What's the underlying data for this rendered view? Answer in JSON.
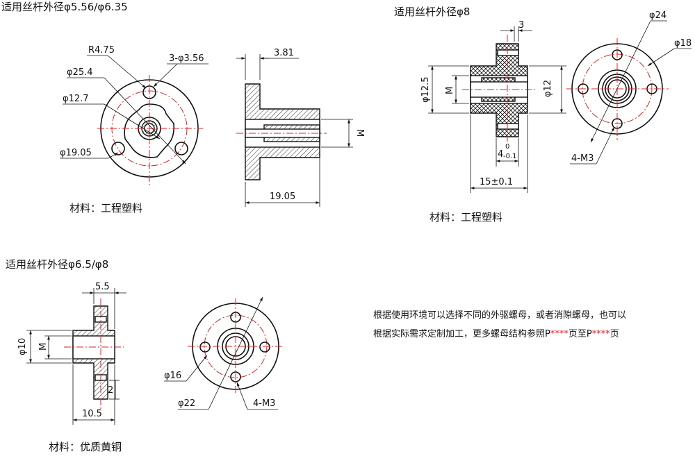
{
  "drawing1": {
    "title": "适用丝杆外径φ5.56/φ6.35",
    "labels": {
      "radius": "R4.75",
      "holes": "3-φ3.56",
      "d_outer": "φ25.4",
      "d_inner": "φ12.7",
      "d_pcd": "φ19.05",
      "flange_w": "3.81",
      "length": "19.05",
      "thread": "M"
    },
    "material": "材料：工程塑料"
  },
  "drawing2": {
    "title": "适用丝杆外径φ8",
    "labels": {
      "flange_w": "3",
      "d_left": "φ12.5",
      "thread": "M",
      "d_right": "φ12",
      "tol_base": "4",
      "tol_upper": "0",
      "tol_lower": "-0.1",
      "length": "15±0.1",
      "d_outer": "φ24",
      "d_pcd": "φ18",
      "holes": "4-M3"
    },
    "material": "材料：工程塑料"
  },
  "drawing3": {
    "title": "适用丝杆外径φ6.5/φ8",
    "labels": {
      "flange_w": "5.5",
      "d_body": "φ10",
      "thread": "M",
      "step": "2",
      "length": "10.5",
      "d_pcd": "φ16",
      "d_outer": "φ22",
      "holes": "4-M3"
    },
    "material": "材料：优质黄铜"
  },
  "note": {
    "line1": "根据使用环境可以选择不同的外驱螺母，或者消隙螺母，也可以",
    "line2_a": "根据实际需求定制加工，更多螺母结构参照P",
    "stars1": "****",
    "line2_b": "页至P",
    "stars2": "****",
    "line2_c": "页"
  }
}
